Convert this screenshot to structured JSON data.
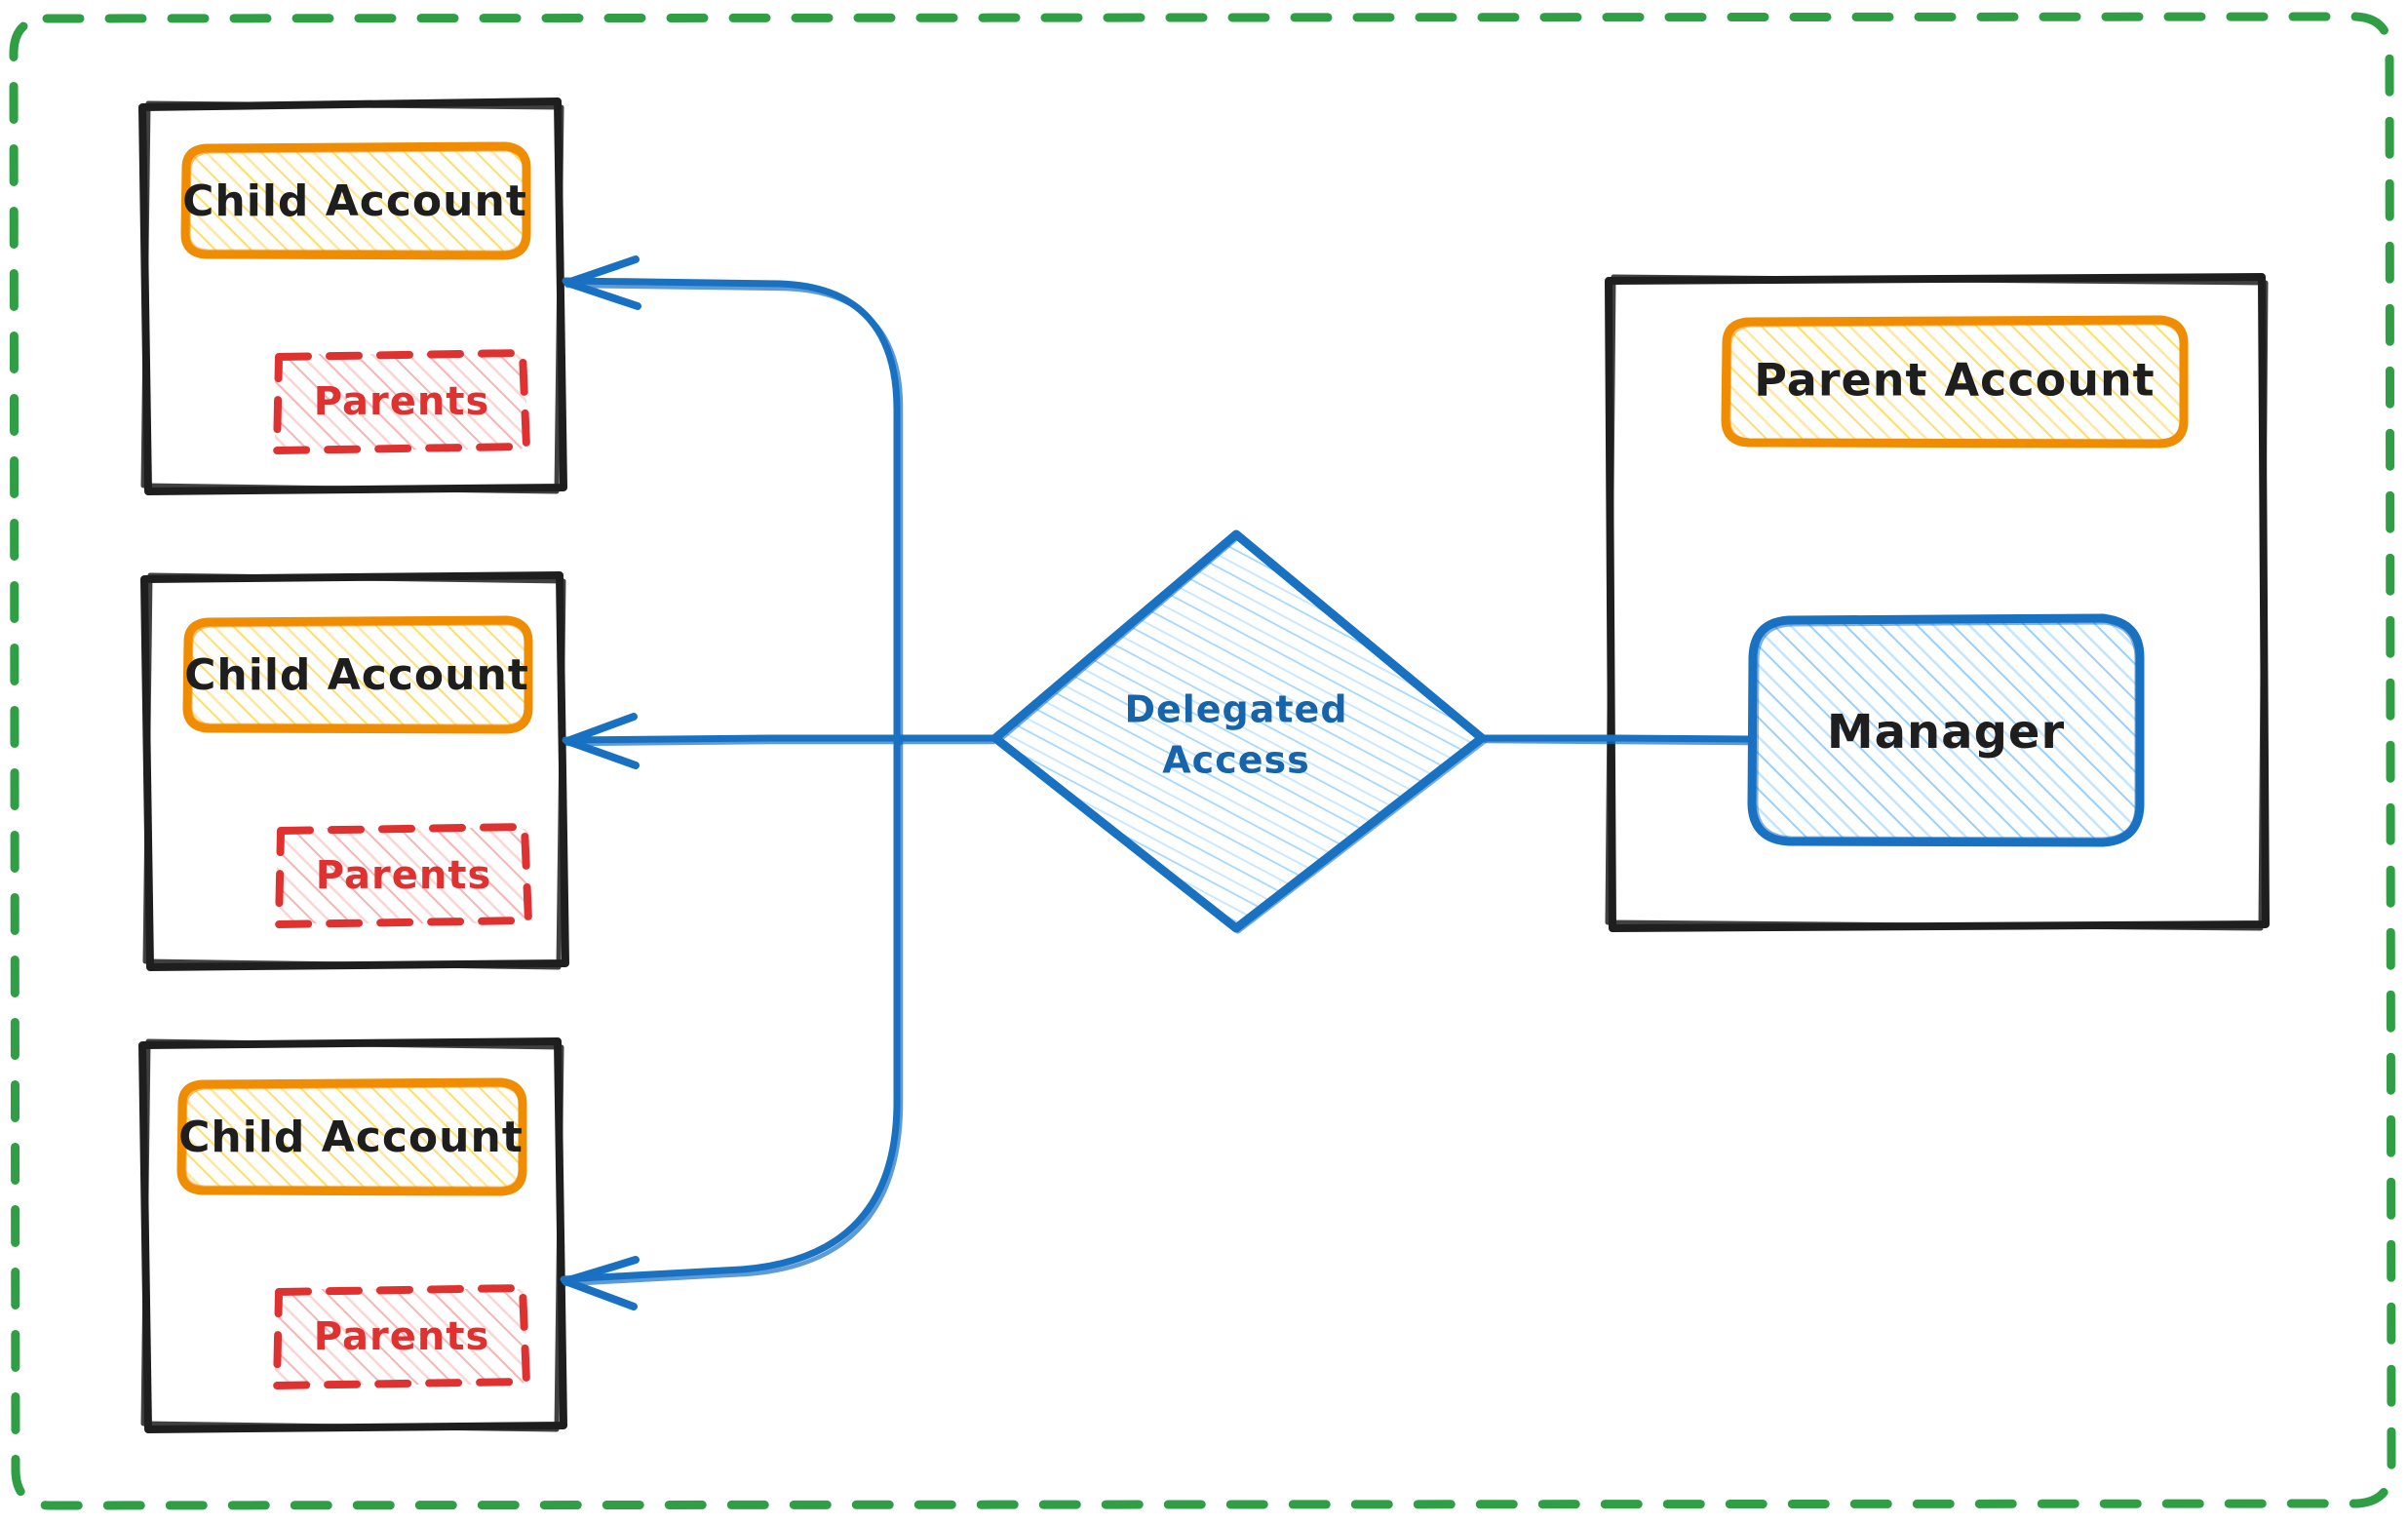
{
  "diagram": {
    "title": "Delegated Access",
    "style": "hand-drawn sketch (excalidraw)",
    "background_color": "#ffffff",
    "boundary": {
      "name": "organization-boundary",
      "stroke_color": "#2f9e44",
      "stroke_style": "dashed",
      "shape": "rounded-rectangle"
    },
    "colors": {
      "black_stroke": "#1e1e1e",
      "orange_stroke": "#f08c00",
      "yellow_fill": "#ffd43b",
      "red_stroke": "#e03131",
      "red_fill": "#ffc9c9",
      "blue_stroke": "#1971c2",
      "blue_fill": "#a5d8ff",
      "green_dashed": "#2f9e44",
      "label_blue": "#1864ab"
    },
    "left_column": {
      "name": "child-accounts-column",
      "containers": [
        {
          "account_label": "Child Account",
          "parents_label": "Parents"
        },
        {
          "account_label": "Child Account",
          "parents_label": "Parents"
        },
        {
          "account_label": "Child Account",
          "parents_label": "Parents"
        }
      ]
    },
    "center": {
      "name": "delegated-access-decision",
      "shape": "diamond",
      "label_line_1": "Delegated",
      "label_line_2": "Access"
    },
    "right_column": {
      "name": "parent-account-container",
      "account_label": "Parent Account",
      "manager_label": "Manager"
    },
    "connections": [
      {
        "from": "Delegated Access",
        "to": "Child Account (top)",
        "arrowhead": "triangle",
        "color": "#1971c2"
      },
      {
        "from": "Delegated Access",
        "to": "Child Account (middle)",
        "arrowhead": "triangle",
        "color": "#1971c2"
      },
      {
        "from": "Delegated Access",
        "to": "Child Account (bottom)",
        "arrowhead": "triangle",
        "color": "#1971c2"
      },
      {
        "from": "Manager",
        "to": "Delegated Access",
        "arrowhead": "none",
        "color": "#1971c2"
      }
    ]
  }
}
